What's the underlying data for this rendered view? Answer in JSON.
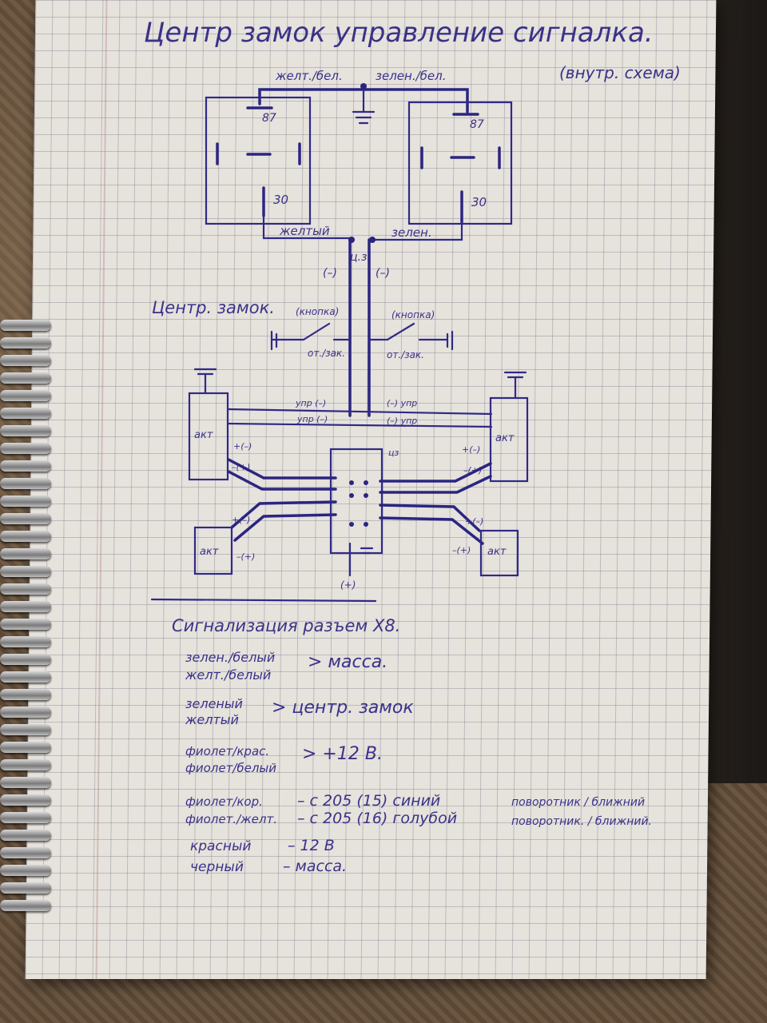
{
  "scene": {
    "title": "Центр замок управление сигналка.",
    "subtitle": "(внутр. схема)"
  },
  "relay": {
    "top_left_wire": "желт./бел.",
    "top_right_wire": "зелен./бел.",
    "pin_87": "87",
    "pin_30": "30",
    "bottom_left_wire": "желтый",
    "bottom_right_wire": "зелен.",
    "junction": "ц.з.",
    "neg_left": "(–)",
    "neg_right": "(–)"
  },
  "lock": {
    "section_label": "Центр. замок.",
    "button_left": "(кнопка)",
    "button_right": "(кнопка)",
    "switch_left": "от./зак.",
    "switch_right": "от./зак.",
    "upr_left_1": "упр (–)",
    "upr_left_2": "упр (–)",
    "upr_right_1": "(–) упр",
    "upr_right_2": "(–) упр",
    "actuator": "акт",
    "plus_minus": "+(–)",
    "minus_plus": "–(+)",
    "cz": "цз",
    "plus_bottom": "(+)"
  },
  "connector": {
    "heading": "Сигнализация разъем X8.",
    "rows": [
      {
        "wires": [
          "зелен./белый",
          "желт./белый"
        ],
        "target": "> масса."
      },
      {
        "wires": [
          "зеленый",
          "желтый"
        ],
        "target": "> центр. замок"
      },
      {
        "wires": [
          "фиолет/крас.",
          "фиолет/белый"
        ],
        "target": "> +12 В."
      }
    ],
    "pins": [
      {
        "wire": "фиолет/кор.",
        "dest": "– с 205 (15) синий",
        "note": "поворотник / ближний"
      },
      {
        "wire": "фиолет./желт.",
        "dest": "– с 205 (16) голубой",
        "note": "поворотник. / ближний."
      }
    ],
    "power": [
      {
        "wire": "красный",
        "dest": "– 12 В"
      },
      {
        "wire": "черный",
        "dest": "– масса."
      }
    ]
  }
}
